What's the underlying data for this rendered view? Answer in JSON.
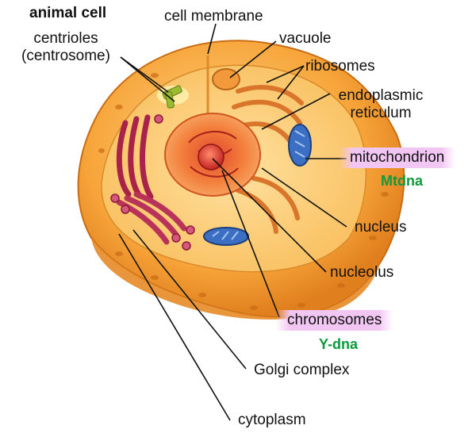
{
  "title": "animal cell",
  "labels": {
    "cell_membrane": "cell membrane",
    "centrioles_1": "centrioles",
    "centrioles_2": "(centrosome)",
    "vacuole": "vacuole",
    "ribosomes": "ribosomes",
    "er_1": "endoplasmic",
    "er_2": "reticulum",
    "mitochondrion": "mitochondrion",
    "mtdna": "Mtdna",
    "nucleus": "nucleus",
    "nucleolus": "nucleolus",
    "chromosomes": "chromosomes",
    "ydna": "Y-dna",
    "golgi": "Golgi complex",
    "cytoplasm": "cytoplasm"
  },
  "colors": {
    "membrane": "#f39a2c",
    "cytoplasm": "#fbc76a",
    "nucleus": "#f07a2a",
    "nucleolus": "#d8312a",
    "golgi": "#a8224a",
    "mitochondrion": "#3b6fc4",
    "highlight": "#f2c6f2",
    "accent_text": "#0c9a3c"
  }
}
